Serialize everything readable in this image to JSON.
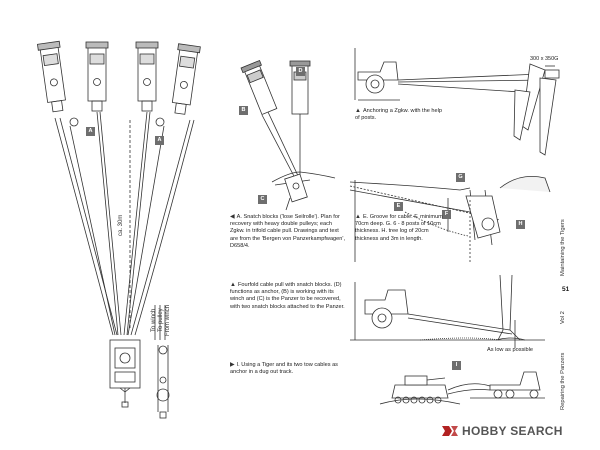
{
  "labels": {
    "A": "A",
    "B": "B",
    "C": "C",
    "D": "D",
    "E": "E",
    "F": "F",
    "G": "G",
    "H": "H",
    "I": "I"
  },
  "dimensions": {
    "ca_30m": "ca. 30m",
    "post_size": "300 x 350G"
  },
  "rope_labels": {
    "to_winch": "To winch",
    "to_pulley": "To pulley",
    "from_winch": "From winch"
  },
  "captions": {
    "anchoring": "Anchoring a Zgkw. with the help of posts.",
    "snatch_blocks": "A. Snatch blocks ('lose Seilrolle'). Plan for recovery with heavy double pulleys; each Zgkw. in trifold cable pull. Drawings and text are from the 'Bergen von Panzerkampfwagen', D658/4.",
    "fourfold": "Fourfold cable pull with snatch blocks. (D) functions as anchor, (B) is working with its winch and (C) is the Panzer to be recovered, with two snatch blocks attached to the Panzer.",
    "groove": "E. Groove for cable. F. minimum 70cm deep. G. 6 - 8 posts of 10cm thickness. H. tree log of 20cm thickness and 3m in length.",
    "tiger": "I. Using a Tiger and its two tow cables as anchor in a dug out track.",
    "as_low": "As low as possible"
  },
  "sidebar": {
    "maintaining": "Maintaining the Tigers",
    "page_number": "51",
    "vol": "Vol 2",
    "repairing": "Repairing the Panzers"
  },
  "watermark": {
    "brand": "HOBBY SEARCH"
  }
}
